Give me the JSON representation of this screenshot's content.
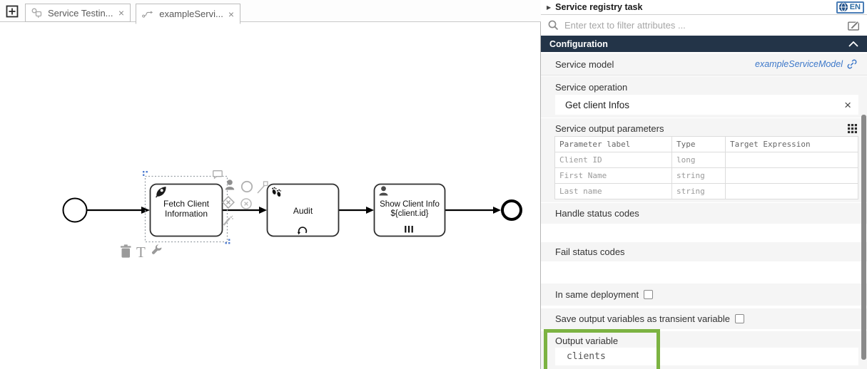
{
  "tabbar": {
    "tabs": [
      {
        "label": "Service Testin...",
        "close": "×"
      },
      {
        "label": "exampleServi...",
        "close": "×"
      }
    ]
  },
  "diagram": {
    "tasks": [
      {
        "line1": "Fetch Client",
        "line2": "Information"
      },
      {
        "line1": "Audit",
        "line2": ""
      },
      {
        "line1": "Show Client Info",
        "line2": "${client.id}"
      }
    ],
    "annotation_tool_label": "T"
  },
  "panel": {
    "arrow": "▶",
    "title": "Service registry task",
    "language_badge": "EN",
    "filter_placeholder": "Enter text to filter attributes ...",
    "configuration_label": "Configuration",
    "service_model": {
      "label": "Service model",
      "value": "exampleServiceModel"
    },
    "service_operation": {
      "label": "Service operation",
      "value": "Get client Infos",
      "clear": "×"
    },
    "output_params": {
      "label": "Service output parameters",
      "columns": [
        "Parameter label",
        "Type",
        "Target Expression"
      ],
      "rows": [
        {
          "label": "Client ID",
          "type": "long",
          "target": ""
        },
        {
          "label": "First Name",
          "type": "string",
          "target": ""
        },
        {
          "label": "Last name",
          "type": "string",
          "target": ""
        }
      ]
    },
    "handle_status_codes_label": "Handle status codes",
    "fail_status_codes_label": "Fail status codes",
    "in_same_deployment_label": "In same deployment",
    "save_output_label": "Save output variables as transient variable",
    "output_variable": {
      "label": "Output variable",
      "value": "clients"
    }
  },
  "colors": {
    "config_header_bg": "#233448",
    "link_blue": "#3d78c9",
    "highlight_green": "#7cb342",
    "selection_blue": "#4f7cd0"
  }
}
